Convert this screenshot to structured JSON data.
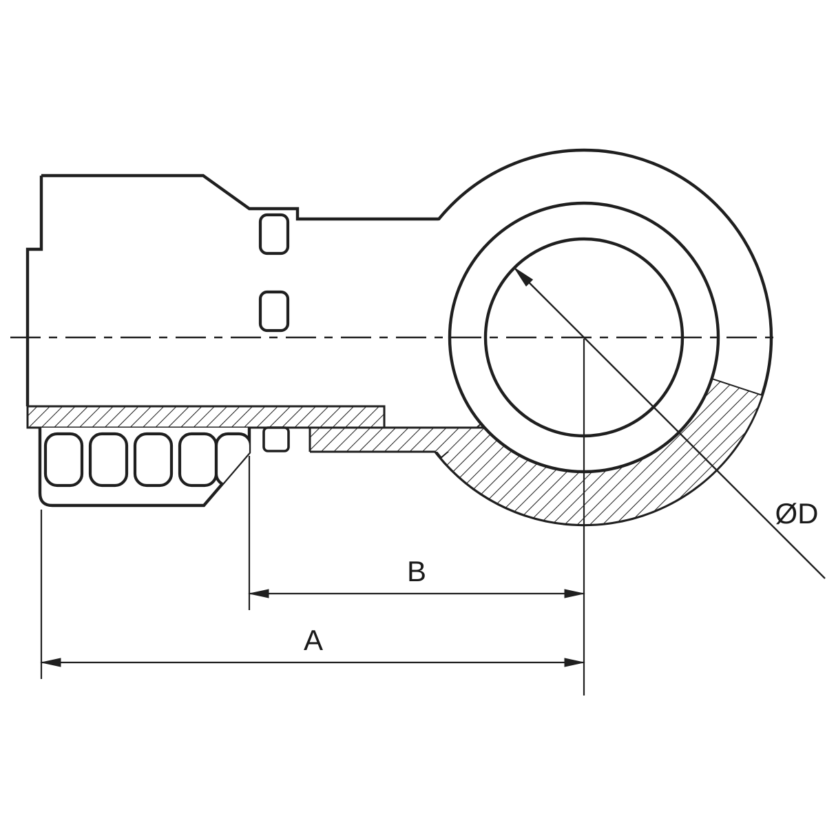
{
  "page": {
    "background": "#ffffff"
  },
  "drawing": {
    "kind": "technical-line-drawing",
    "subject": "banjo hose fitting half-section with crimp ferrule and eye ring",
    "line_color": "#1f1f1f",
    "labels": {
      "dim_a": "A",
      "dim_b": "B",
      "dim_d": "ØD"
    }
  }
}
